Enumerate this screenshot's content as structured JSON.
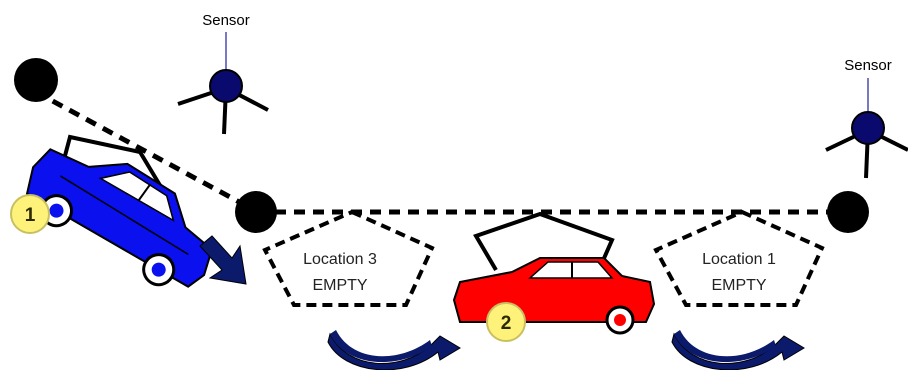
{
  "sensors": [
    {
      "label": "Sensor"
    },
    {
      "label": "Sensor"
    }
  ],
  "locations": [
    {
      "line1": "Location 3",
      "line2": "EMPTY"
    },
    {
      "line1": "Location 1",
      "line2": "EMPTY"
    }
  ],
  "cars": [
    {
      "badge": "1",
      "color": "#0a10ee"
    },
    {
      "badge": "2",
      "color": "#ff0000"
    }
  ],
  "colors": {
    "node": "#000000",
    "sensor": "#0a0a6e",
    "arrow": "#0b1a6b",
    "badge": "#fff27a"
  }
}
